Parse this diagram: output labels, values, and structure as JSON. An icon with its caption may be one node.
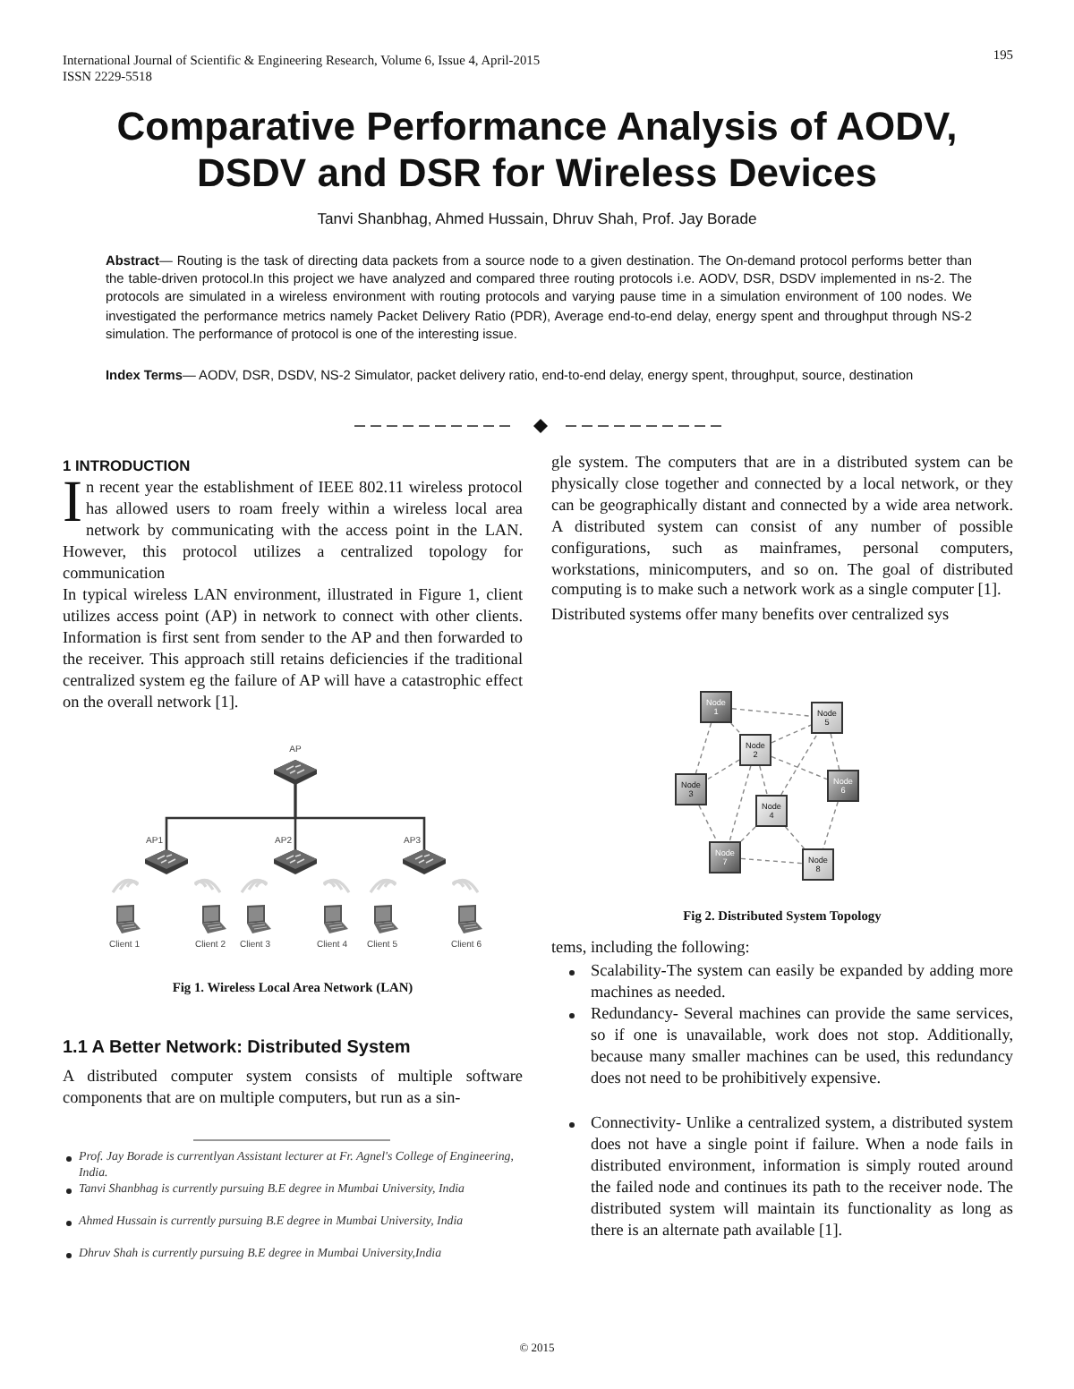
{
  "diagram": {
    "title": "Comparative Performance Analysis of AODV, DSDV and DSR for Wireless Devices",
    "nodes": [
      {
        "text": [
          "AP"
        ]
      },
      {
        "text": [
          "AP1"
        ]
      },
      {
        "text": [
          "AP2"
        ]
      },
      {
        "text": [
          "AP3"
        ]
      },
      {
        "text": [
          "Client 1"
        ]
      },
      {
        "text": [
          "Client 2"
        ]
      },
      {
        "text": [
          "Client 3"
        ]
      },
      {
        "text": [
          "Client 4"
        ]
      },
      {
        "text": [
          "Client 5"
        ]
      },
      {
        "text": [
          "Client 6"
        ]
      },
      {
        "text": [
          "Node 1"
        ]
      },
      {
        "text": [
          "Node 5"
        ]
      },
      {
        "text": [
          "Node 2"
        ]
      },
      {
        "text": [
          "Node 3"
        ]
      },
      {
        "text": [
          "Node 6"
        ]
      },
      {
        "text": [
          "Node 4"
        ]
      },
      {
        "text": [
          "Node 7"
        ]
      },
      {
        "text": [
          "Node 8"
        ]
      }
    ],
    "edges": [
      {
        "from": 0,
        "to": 1,
        "arrow": "none"
      },
      {
        "from": 0,
        "to": 2,
        "arrow": "none"
      },
      {
        "from": 0,
        "to": 3,
        "arrow": "none"
      },
      {
        "from": 10,
        "to": 11,
        "arrow": "none",
        "style": "dashed"
      },
      {
        "from": 10,
        "to": 12,
        "arrow": "none",
        "style": "dashed"
      },
      {
        "from": 10,
        "to": 13,
        "arrow": "none",
        "style": "dashed"
      },
      {
        "from": 12,
        "to": 11,
        "arrow": "none",
        "style": "dashed"
      },
      {
        "from": 11,
        "to": 14,
        "arrow": "none",
        "style": "dashed"
      },
      {
        "from": 12,
        "to": 13,
        "arrow": "none",
        "style": "dashed"
      },
      {
        "from": 12,
        "to": 14,
        "arrow": "none",
        "style": "dashed"
      },
      {
        "from": 12,
        "to": 15,
        "arrow": "none",
        "style": "dashed"
      },
      {
        "from": 12,
        "to": 16,
        "arrow": "none",
        "style": "dashed"
      },
      {
        "from": 13,
        "to": 16,
        "arrow": "none",
        "style": "dashed"
      },
      {
        "from": 15,
        "to": 11,
        "arrow": "none",
        "style": "dashed"
      },
      {
        "from": 15,
        "to": 16,
        "arrow": "none",
        "style": "dashed"
      },
      {
        "from": 15,
        "to": 17,
        "arrow": "none",
        "style": "dashed"
      },
      {
        "from": 14,
        "to": 17,
        "arrow": "none",
        "style": "dashed"
      },
      {
        "from": 16,
        "to": 17,
        "arrow": "none",
        "style": "dashed"
      }
    ],
    "labels": [
      "International Journal of Scientific & Engineering Research, Volume 6, Issue 4, April-2015",
      "ISSN 2229-5518",
      "195",
      "Tanvi Shanbhag, Ahmed Hussain, Dhruv Shah, Prof. Jay Borade",
      "**Abstract**— Routing is the task of directing data packets from a source node to a given destination. The On-demand protocol performs better than the table-driven protocol.In this project we have analyzed and compared three routing protocols i.e. AODV, DSR, DSDV implemented in ns-2. The protocols are simulated in a wireless environment with routing protocols and varying pause time in a simulation environment of 100 nodes. We investigated the performance metrics namely Packet Delivery Ratio (PDR), Average end-to-end delay, energy spent and throughput through NS-2 simulation. The performance of protocol is one of the interesting issue.",
      "**Index Terms**— AODV, DSR, DSDV, NS-2 Simulator, packet delivery ratio, end-to-end delay, energy spent, throughput, source, destination",
      "1 INTRODUCTION",
      "In recent year the establishment of IEEE 802.11 wireless protocol has allowed users to roam freely within a wireless local area network by communicating with the access point in the LAN. However, this protocol utilizes a centralized topology for communication",
      "In typical wireless LAN environment, illustrated in Figure 1, client utilizes access point (AP) in network to connect with other clients. Information is first sent from sender to the AP and then forwarded to the receiver. This approach still retains deficiencies if the traditional centralized system eg the failure of AP will have a catastrophic effect on the overall network [1].",
      "Fig 1. Wireless Local Area Network (LAN)",
      "1.1 A Better Network: Distributed System",
      "A distributed computer system consists of multiple software components that are on multiple computers, but run as a sin-",
      "Prof. Jay Borade is currentlyan Assistant lecturer at Fr. Agnel's College of Engineering, India.",
      "Tanvi Shanbhag is currently pursuing B.E degree in Mumbai University, India",
      "Ahmed Hussain is currently pursuing B.E degree in Mumbai University, India",
      "Dhruv Shah is currently pursuing B.E degree in Mumbai University,India",
      "gle system. The computers that are in a distributed system can be physically close together and connected by a local network, or they can be geographically distant and connected by a wide area network. A distributed system can consist of any number of possible configurations, such as mainframes, personal computers, workstations, minicomputers, and so on. The goal of distributed computing is to make such a network work as a single computer [1].",
      "Distributed systems offer many benefits over centralized sys",
      "Fig 2. Distributed System Topology",
      "tems, including the following:",
      "Scalability-The system can easily be expanded by adding more machines as needed.",
      "Redundancy- Several machines can provide the same services, so if one is unavailable, work does not stop. Additionally, because many smaller machines can be used, this redundancy does not need to be prohibitively expensive.",
      "Connectivity- Unlike a centralized system, a distributed system does not have a single point if failure. When a node fails in distributed environment, information is simply routed around the failed node and continues its path to the receiver node. The distributed system will maintain its functionality as long as there is an alternate path available [1].",
      "© 2015"
    ]
  }
}
